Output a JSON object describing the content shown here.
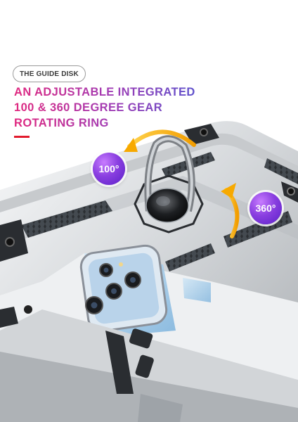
{
  "pill": {
    "label": "THE GUIDE DISK"
  },
  "headline": {
    "line1": "AN ADJUSTABLE INTEGRATED",
    "line2": "100 & 360 DEGREE GEAR",
    "line3": "ROTATING RING"
  },
  "badges": {
    "left": "100°",
    "right": "360°"
  },
  "colors": {
    "gradient_start": "#e0287f",
    "gradient_end": "#4758d4",
    "accent_red": "#e21b2d",
    "arrow_yellow": "#f7b500",
    "badge_purple": "#8a3fe0",
    "case_silver": "#e6e8ea",
    "phone_blue": "#9ccbea"
  }
}
